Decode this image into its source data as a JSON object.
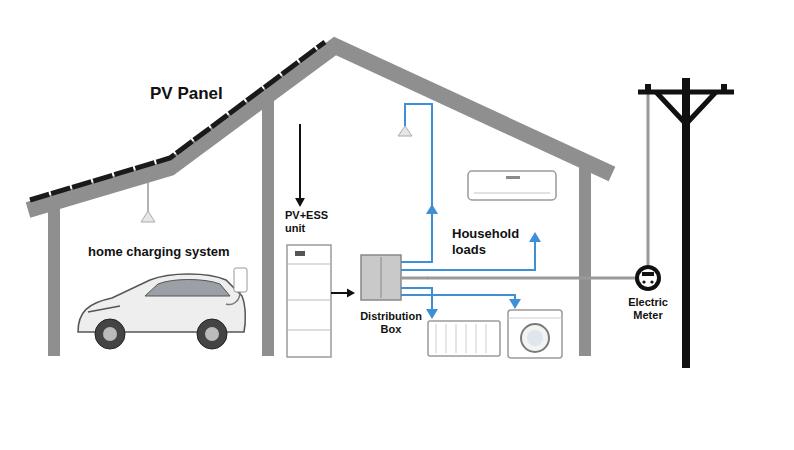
{
  "diagram": {
    "nodes": [
      {
        "text": [
          "PV Panel"
        ]
      },
      {
        "text": [
          "home charging system"
        ]
      },
      {
        "text": [
          "PV+ESS unit"
        ]
      },
      {
        "text": [
          "Distribution Box"
        ]
      },
      {
        "text": [
          "Electric Meter"
        ]
      }
    ],
    "edges": [
      {
        "from": 0,
        "to": 2,
        "arrow": "to"
      },
      {
        "from": 2,
        "to": 3,
        "arrow": "to"
      },
      {
        "from": 3,
        "to": 4,
        "arrow": "none"
      }
    ],
    "labels": [
      "Household loads"
    ]
  }
}
